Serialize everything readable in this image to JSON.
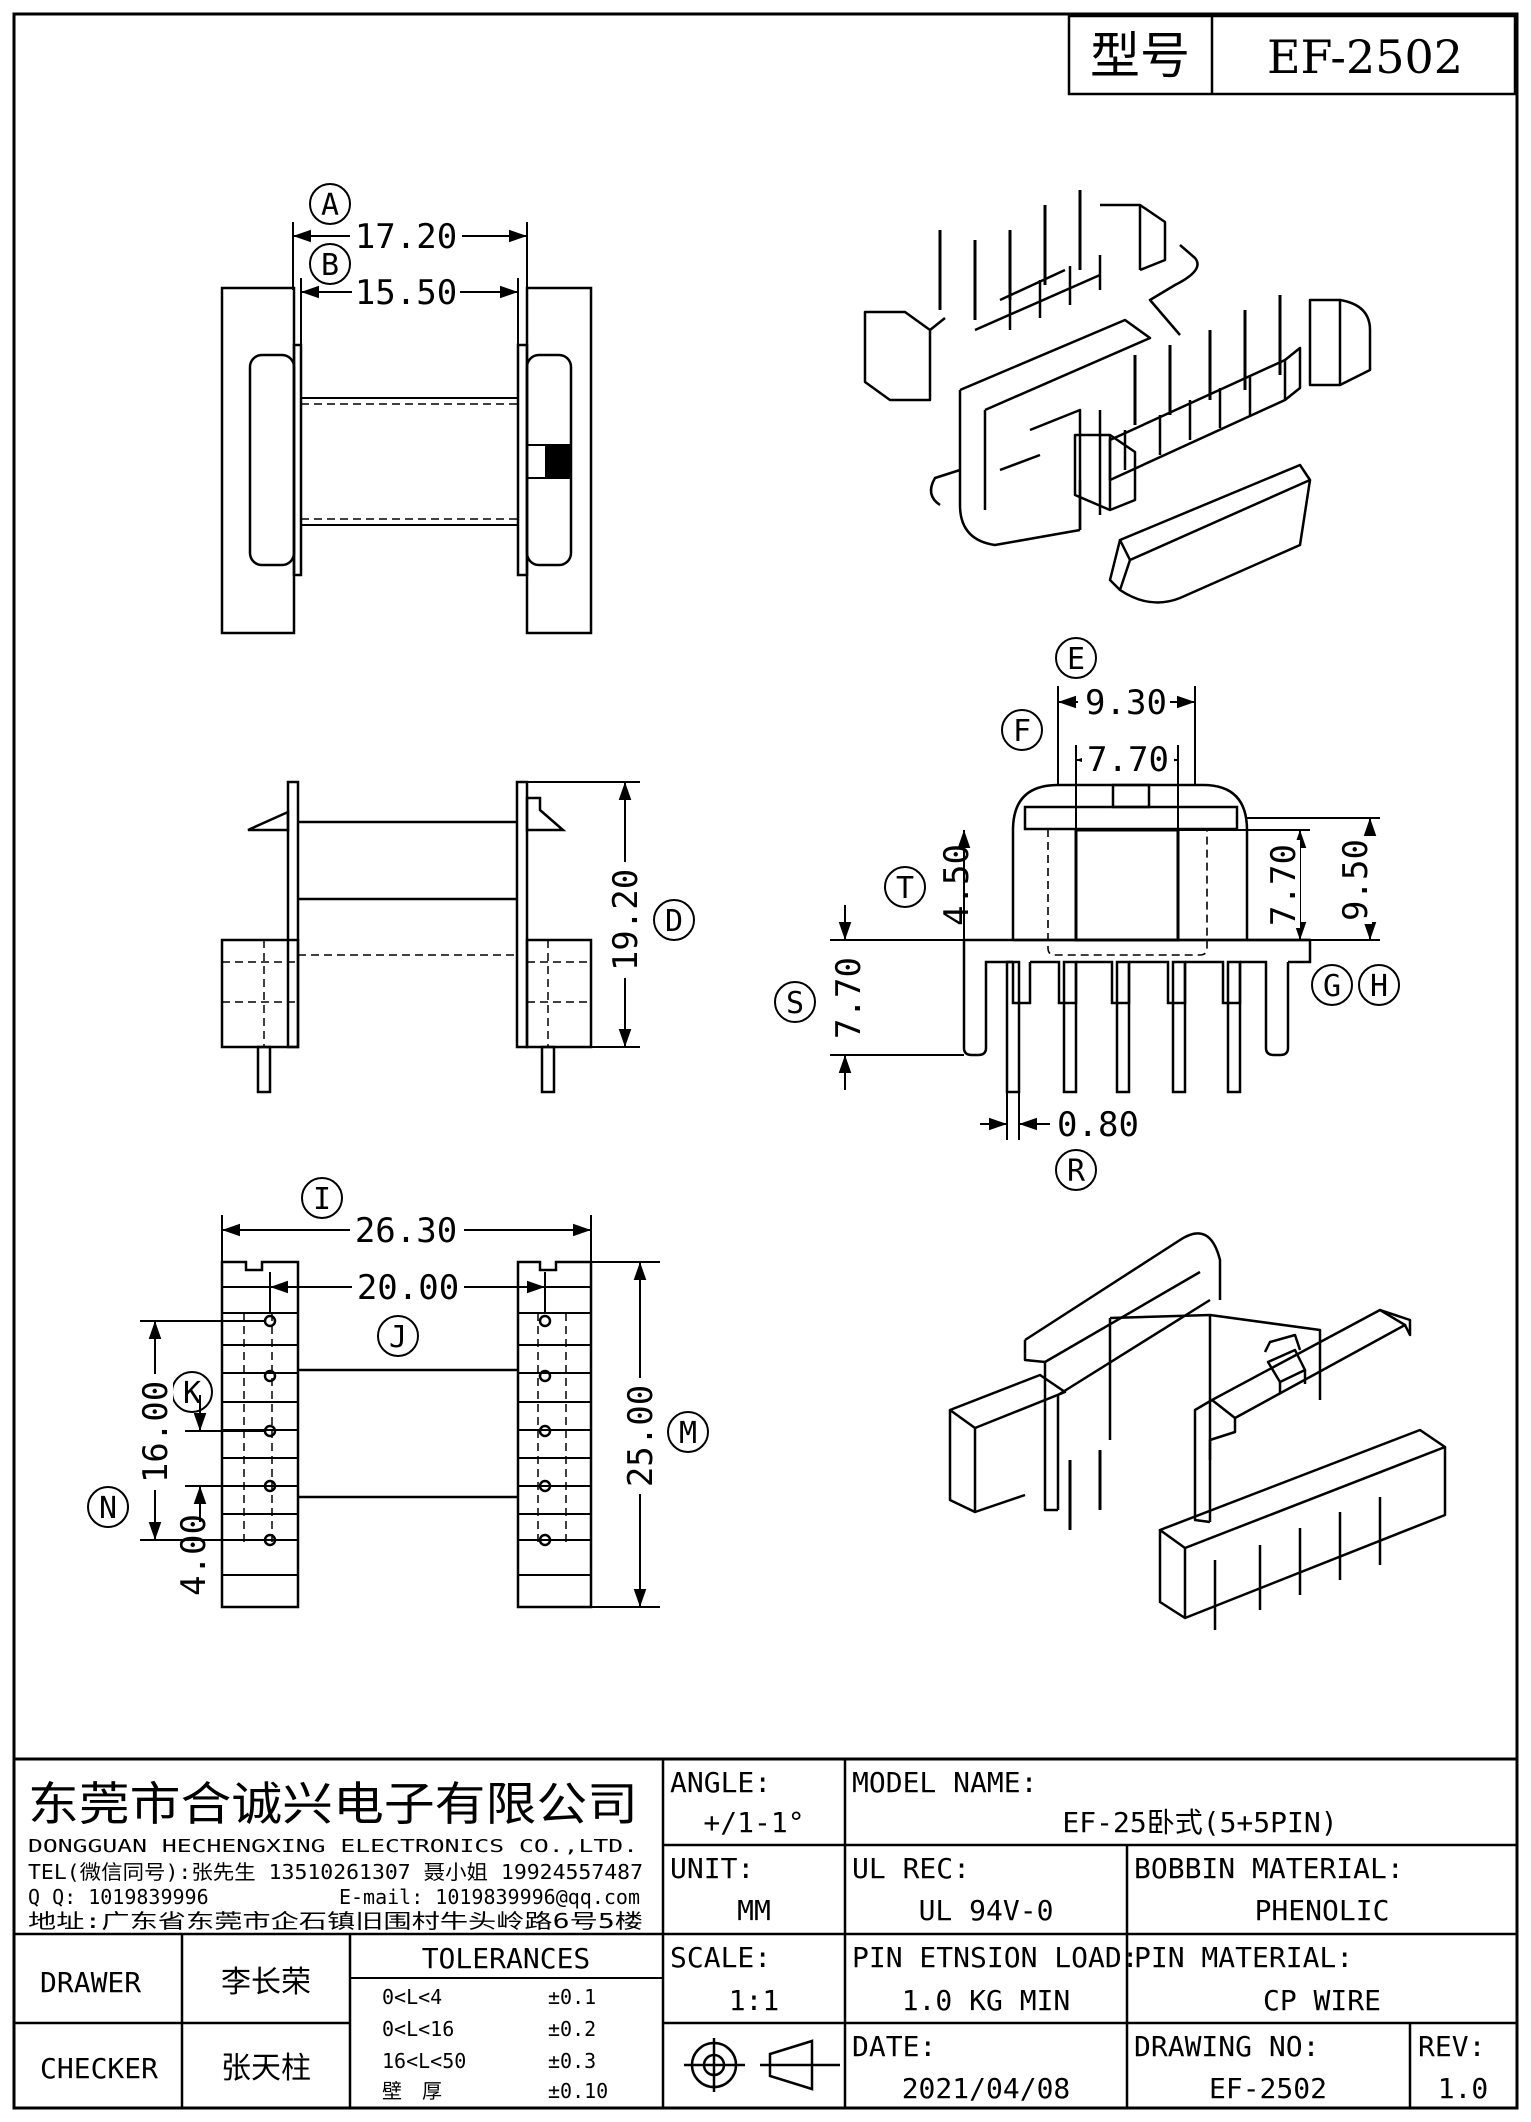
{
  "header": {
    "model_label": "型号",
    "model_value": "EF-2502"
  },
  "views": {
    "top": {
      "A": "A",
      "B": "B",
      "dim_a": "17.20",
      "dim_b": "15.50"
    },
    "front": {
      "D": "D",
      "dim_d": "19.20"
    },
    "side": {
      "E": "E",
      "F": "F",
      "T": "T",
      "S": "S",
      "G": "G",
      "H": "H",
      "R": "R",
      "dim_e": "9.30",
      "dim_f": "7.70",
      "dim_t": "4.50",
      "dim_g": "7.70",
      "dim_h": "9.50",
      "dim_s": "7.70",
      "dim_r": "0.80"
    },
    "bottom": {
      "I": "I",
      "J": "J",
      "K": "K",
      "M": "M",
      "N": "N",
      "dim_i": "26.30",
      "dim_j": "20.00",
      "dim_k": "16.00",
      "dim_m": "25.00",
      "dim_n": "4.00"
    }
  },
  "company": {
    "name_cn": "东莞市合诚兴电子有限公司",
    "name_en": "DONGGUAN HECHENGXING ELECTRONICS CO.,LTD.",
    "tel": "TEL(微信同号):张先生 13510261307 聂小姐 19924557487",
    "qq": "Q Q: 1019839996",
    "email": "E-mail: 1019839996@qq.com",
    "address": "地址:广东省东莞市企石镇旧围村牛头岭路6号5楼"
  },
  "titleblock": {
    "angle_label": "ANGLE:",
    "angle_value": "+/1-1°",
    "model_name_label": "MODEL NAME:",
    "model_name_value": "EF-25卧式(5+5PIN)",
    "unit_label": "UNIT:",
    "unit_value": "MM",
    "ul_label": "UL REC:",
    "ul_value": "UL 94V-0",
    "bobbin_label": "BOBBIN MATERIAL:",
    "bobbin_value": "PHENOLIC",
    "scale_label": "SCALE:",
    "scale_value": "1:1",
    "pin_load_label": "PIN ETNSION LOAD:",
    "pin_load_value": "1.0 KG MIN",
    "pin_mat_label": "PIN MATERIAL:",
    "pin_mat_value": "CP WIRE",
    "date_label": "DATE:",
    "date_value": "2021/04/08",
    "drawing_no_label": "DRAWING NO:",
    "drawing_no_value": "EF-2502",
    "rev_label": "REV:",
    "rev_value": "1.0",
    "drawer_label": "DRAWER",
    "drawer_value": "李长荣",
    "checker_label": "CHECKER",
    "checker_value": "张天柱",
    "tolerances_label": "TOLERANCES",
    "tolerances": [
      {
        "range": "0<L<4",
        "value": "±0.1"
      },
      {
        "range": "0<L<16",
        "value": "±0.2"
      },
      {
        "range": "16<L<50",
        "value": "±0.3"
      },
      {
        "range": "壁　厚",
        "value": "±0.10"
      }
    ]
  }
}
